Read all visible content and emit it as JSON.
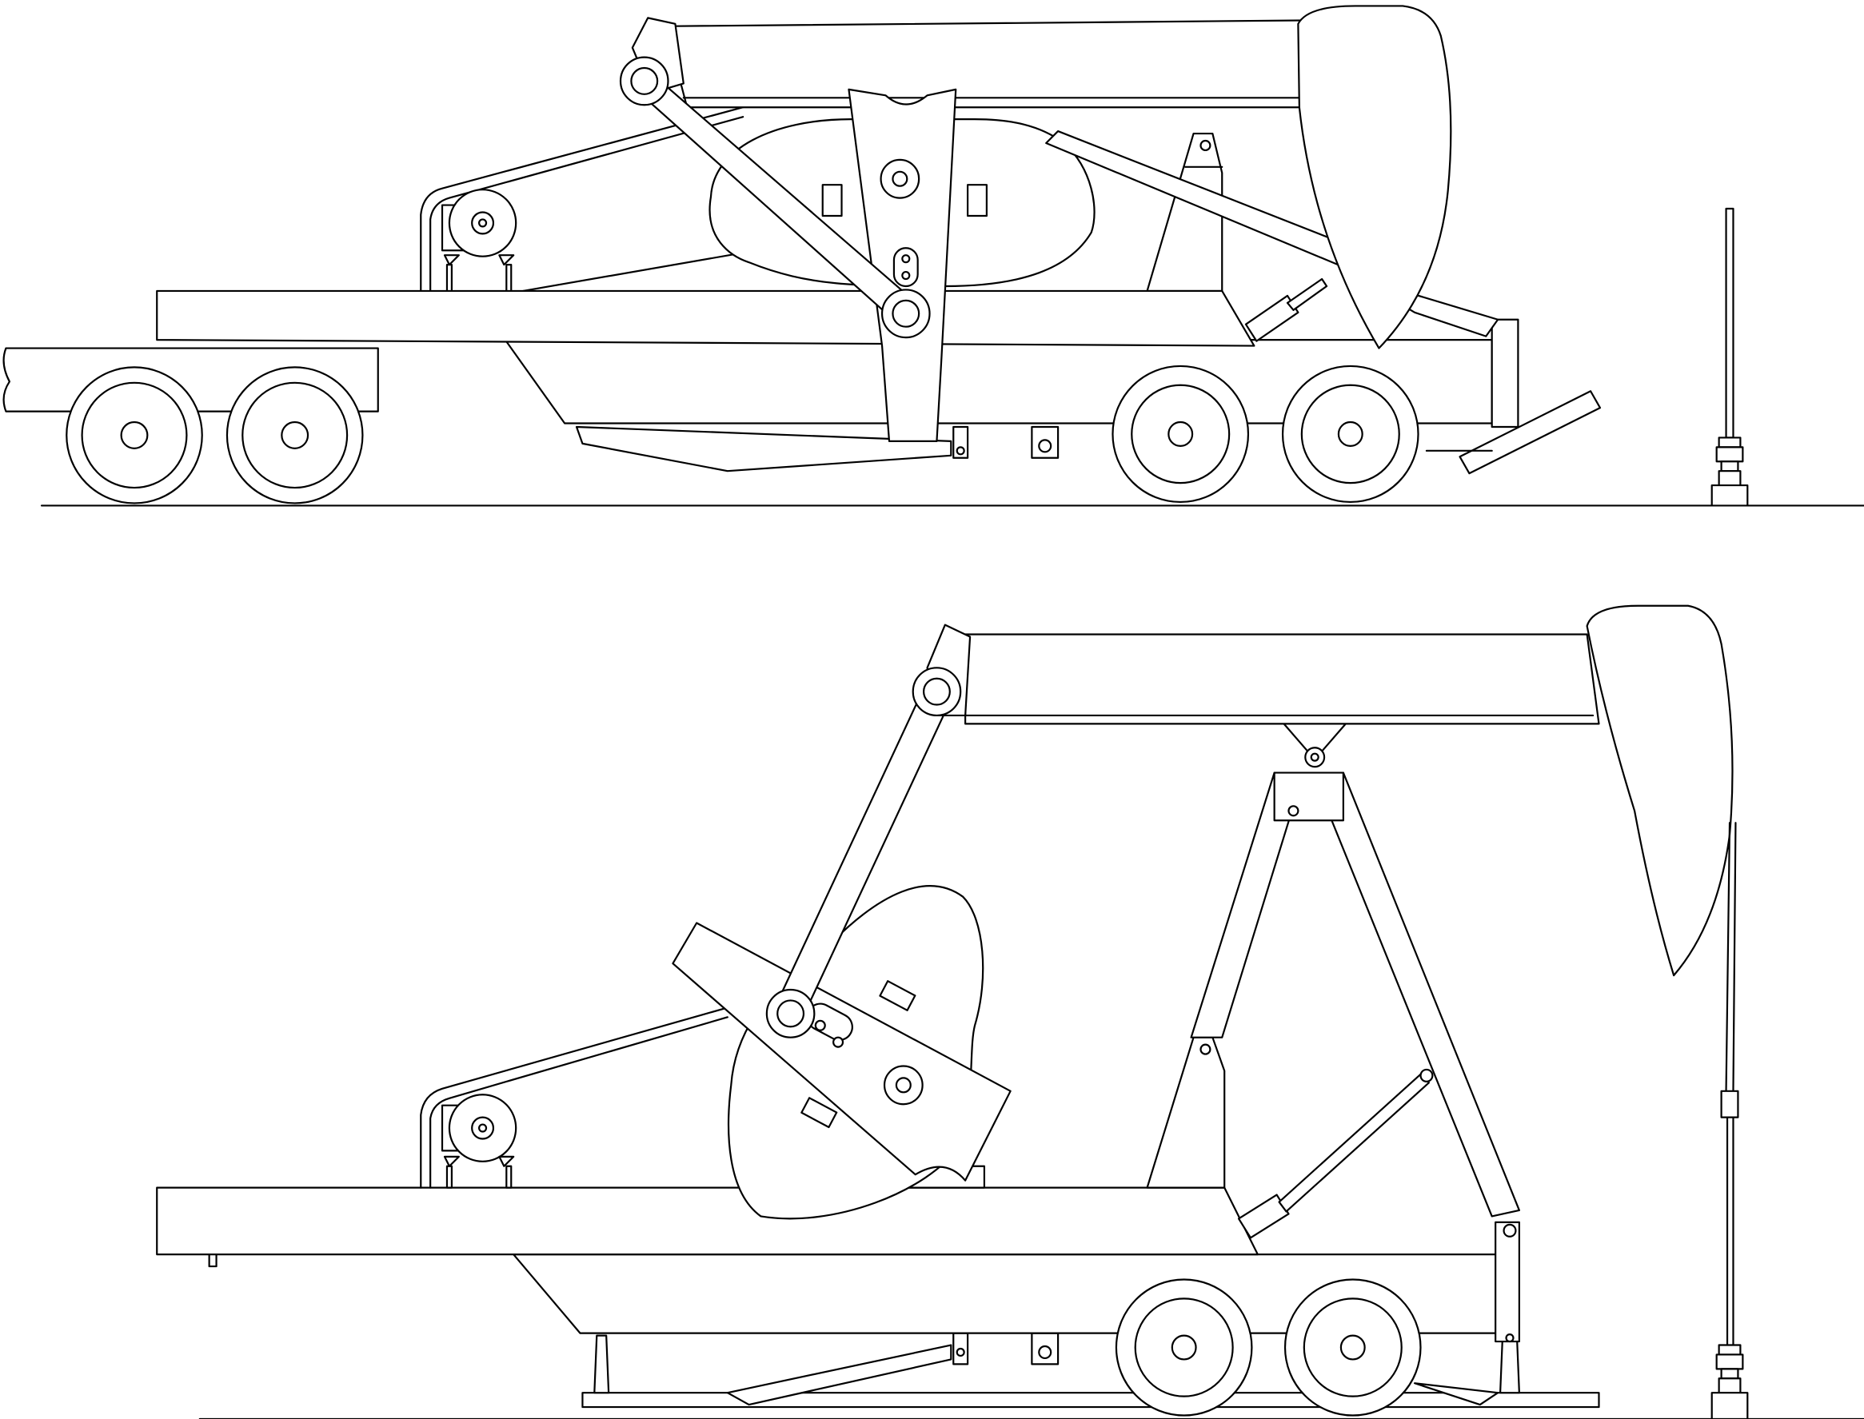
{
  "diagram": {
    "views": [
      {
        "id": "transport",
        "state": "folded-on-trailer"
      },
      {
        "id": "deployed",
        "state": "erected-pumping"
      }
    ],
    "colors": {
      "line": "#000000",
      "background": "#ffffff"
    },
    "components": [
      "ground-line",
      "trailer-wheel",
      "walking-beam",
      "horse-head",
      "pitman-arm",
      "crank-counterweight",
      "gearbox",
      "samson-post",
      "prime-motor",
      "hydraulic-cylinder",
      "skid-base",
      "polished-rod",
      "wellhead"
    ]
  }
}
